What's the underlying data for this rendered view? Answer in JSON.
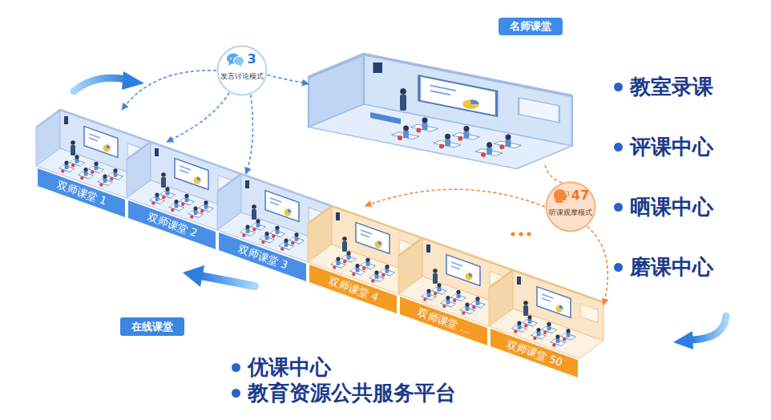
{
  "diagram": {
    "nodes": [
      {
        "text": [
          "名师课堂"
        ]
      },
      {
        "text": [
          "3",
          "发言讨论模式"
        ]
      },
      {
        "text": [
          "双师课堂 1"
        ]
      },
      {
        "text": [
          "双师课堂 2"
        ]
      },
      {
        "text": [
          "双师课堂 3"
        ]
      },
      {
        "text": [
          "47",
          "听课观摩模式"
        ]
      },
      {
        "text": [
          "双师课堂 4"
        ]
      },
      {
        "text": [
          "双师课堂 ..."
        ]
      },
      {
        "text": [
          "双师课堂 50"
        ]
      },
      {
        "text": [
          "在线课堂"
        ]
      }
    ],
    "edges": [
      {
        "from": 1,
        "to": 2,
        "arrow": "to"
      },
      {
        "from": 1,
        "to": 3,
        "arrow": "to"
      },
      {
        "from": 1,
        "to": 4,
        "arrow": "to"
      },
      {
        "from": 1,
        "to": 0,
        "arrow": "to"
      },
      {
        "from": 0,
        "to": 5,
        "arrow": "none"
      },
      {
        "from": 5,
        "to": 6,
        "arrow": "to"
      },
      {
        "from": 5,
        "to": 8,
        "arrow": "to"
      }
    ],
    "labels": [
      "教室录课",
      "评课中心",
      "晒课中心",
      "磨课中心",
      "优课中心",
      "教育资源公共服务平台"
    ]
  }
}
